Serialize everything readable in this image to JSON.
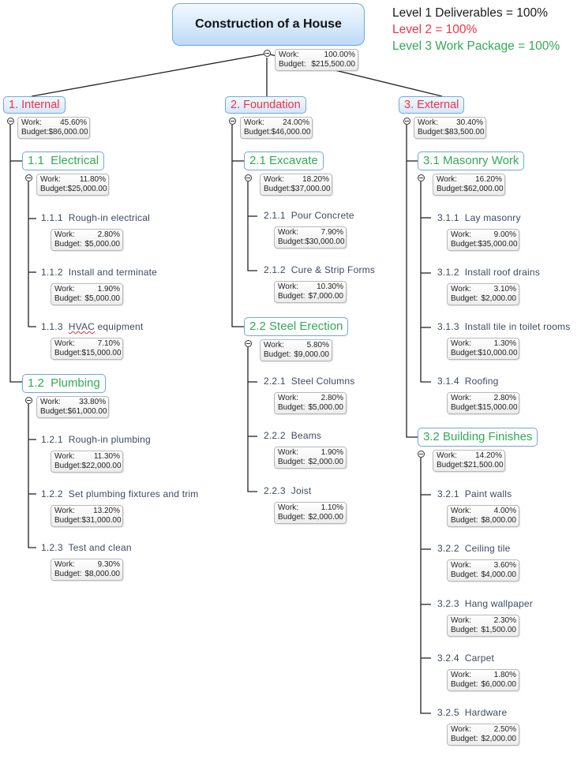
{
  "root": {
    "title": "Construction of a House",
    "work_label": "Work:",
    "work": "100.00%",
    "budget_label": "Budget:",
    "budget": "$215,500.00"
  },
  "legend": {
    "level1": {
      "text": "Level 1 Deliverables = 100%",
      "color": "#1a1a1a"
    },
    "level2": {
      "text": "Level 2 = 100%",
      "color": "#ee3344"
    },
    "level3": {
      "text": "Level 3 Work Package = 100%",
      "color": "#33aa55"
    }
  },
  "colors": {
    "level1_text": "#ee3344",
    "level2_text": "#33aa55",
    "level3_text": "#3d4a63",
    "node_border": "#6fa8dc"
  },
  "labels": {
    "work": "Work:",
    "budget": "Budget:"
  },
  "nodes": {
    "n1": {
      "label": "1. Internal",
      "work": "45.60%",
      "budget": "$86,000.00"
    },
    "n1_1": {
      "label": "1.1  Electrical",
      "work": "11.80%",
      "budget": "$25,000.00"
    },
    "n1_1_1": {
      "label": "1.1.1  Rough-in electrical",
      "work": "2.80%",
      "budget": "$5,000.00"
    },
    "n1_1_2": {
      "label": "1.1.2  Install and terminate",
      "work": "1.90%",
      "budget": "$5,000.00"
    },
    "n1_1_3": {
      "num": "1.1.3  ",
      "spell": "HVAC",
      "rest": " equipment",
      "work": "7.10%",
      "budget": "$15,000.00"
    },
    "n1_2": {
      "label": "1.2  Plumbing",
      "work": "33.80%",
      "budget": "$61,000.00"
    },
    "n1_2_1": {
      "label": "1.2.1  Rough-in plumbing",
      "work": "11.30%",
      "budget": "$22,000.00"
    },
    "n1_2_2": {
      "label": "1.2.2  Set plumbing fixtures and trim",
      "work": "13.20%",
      "budget": "$31,000.00"
    },
    "n1_2_3": {
      "label": "1.2.3  Test and clean",
      "work": "9.30%",
      "budget": "$8,000.00"
    },
    "n2": {
      "label": "2. Foundation",
      "work": "24.00%",
      "budget": "$46,000.00"
    },
    "n2_1": {
      "label": "2.1 Excavate",
      "work": "18.20%",
      "budget": "$37,000.00"
    },
    "n2_1_1": {
      "label": "2.1.1  Pour Concrete",
      "work": "7.90%",
      "budget": "$30,000.00"
    },
    "n2_1_2": {
      "label": "2.1.2  Cure & Strip Forms",
      "work": "10.30%",
      "budget": "$7,000.00"
    },
    "n2_2": {
      "label": "2.2 Steel Erection",
      "work": "5.80%",
      "budget": "$9,000.00"
    },
    "n2_2_1": {
      "label": "2.2.1  Steel Columns",
      "work": "2.80%",
      "budget": "$5,000.00"
    },
    "n2_2_2": {
      "label": "2.2.2  Beams",
      "work": "1.90%",
      "budget": "$2,000.00"
    },
    "n2_2_3": {
      "label": "2.2.3  Joist",
      "work": "1.10%",
      "budget": "$2,000.00"
    },
    "n3": {
      "label": "3. External",
      "work": "30.40%",
      "budget": "$83,500.00"
    },
    "n3_1": {
      "label": "3.1 Masonry Work",
      "work": "16.20%",
      "budget": "$62,000.00"
    },
    "n3_1_1": {
      "label": "3.1.1  Lay masonry",
      "work": "9.00%",
      "budget": "$35,000.00"
    },
    "n3_1_2": {
      "label": "3.1.2  Install roof drains",
      "work": "3.10%",
      "budget": "$2,000.00"
    },
    "n3_1_3": {
      "label": "3.1.3  Install tile in toilet rooms",
      "work": "1.30%",
      "budget": "$10,000.00"
    },
    "n3_1_4": {
      "label": "3.1.4  Roofing",
      "work": "2.80%",
      "budget": "$15,000.00"
    },
    "n3_2": {
      "label": "3.2 Building Finishes",
      "work": "14.20%",
      "budget": "$21,500.00"
    },
    "n3_2_1": {
      "label": "3.2.1  Paint walls",
      "work": "4.00%",
      "budget": "$8,000.00"
    },
    "n3_2_2": {
      "label": "3.2.2  Ceiling tile",
      "work": "3.60%",
      "budget": "$4,000.00"
    },
    "n3_2_3": {
      "label": "3.2.3  Hang wallpaper",
      "work": "2.30%",
      "budget": "$1,500.00"
    },
    "n3_2_4": {
      "label": "3.2.4  Carpet",
      "work": "1.80%",
      "budget": "$6,000.00"
    },
    "n3_2_5": {
      "label": "3.2.5  Hardware",
      "work": "2.50%",
      "budget": "$2,000.00"
    }
  }
}
